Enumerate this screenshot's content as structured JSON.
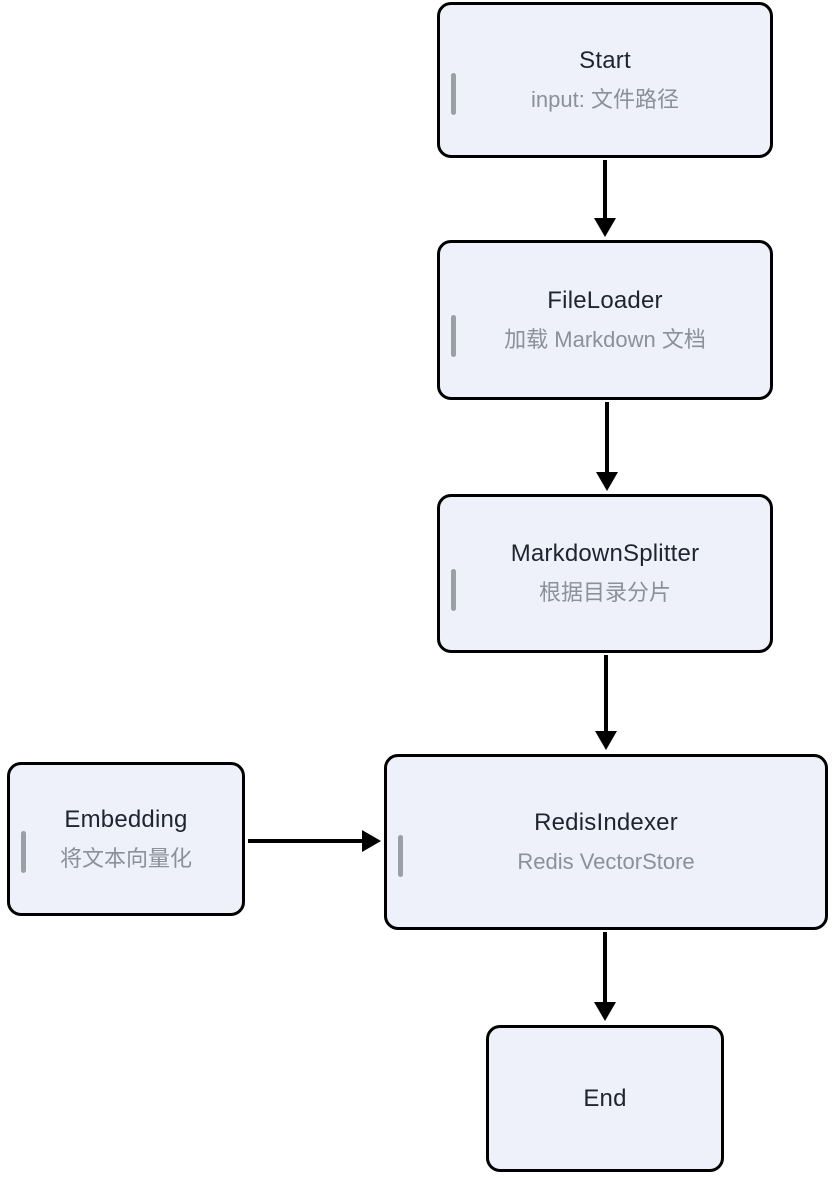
{
  "diagram": {
    "type": "flowchart",
    "background_color": "#ffffff",
    "node_fill_color": "#eef1f9",
    "node_border_color": "#000000",
    "accent_bar_color": "#9aa0a6",
    "title_color": "#1f2430",
    "subtitle_color": "#8b9099",
    "edge_color": "#000000",
    "nodes": [
      {
        "id": "start",
        "title": "Start",
        "subtitle": "input: 文件路径"
      },
      {
        "id": "fileloader",
        "title": "FileLoader",
        "subtitle": "加载 Markdown 文档"
      },
      {
        "id": "splitter",
        "title": "MarkdownSplitter",
        "subtitle": "根据目录分片"
      },
      {
        "id": "redisindexer",
        "title": "RedisIndexer",
        "subtitle": "Redis VectorStore"
      },
      {
        "id": "embedding",
        "title": "Embedding",
        "subtitle": "将文本向量化"
      },
      {
        "id": "end",
        "title": "End",
        "subtitle": ""
      }
    ],
    "edges": [
      {
        "from": "start",
        "to": "fileloader",
        "direction": "down"
      },
      {
        "from": "fileloader",
        "to": "splitter",
        "direction": "down"
      },
      {
        "from": "splitter",
        "to": "redisindexer",
        "direction": "down"
      },
      {
        "from": "redisindexer",
        "to": "end",
        "direction": "down"
      },
      {
        "from": "embedding",
        "to": "redisindexer",
        "direction": "right"
      }
    ]
  }
}
